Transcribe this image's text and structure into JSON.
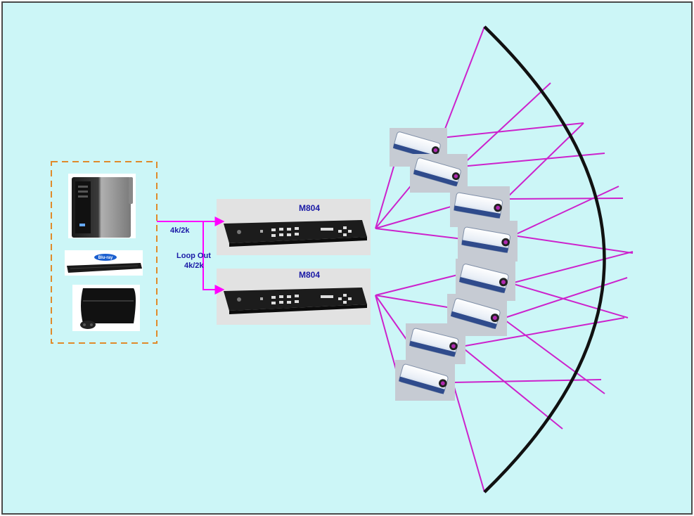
{
  "devices": {
    "processor_1_label": "M804",
    "processor_2_label": "M804"
  },
  "signals": {
    "input_label": "4k/2k",
    "loop_out_line1": "Loop Out",
    "loop_out_line2": "4k/2k"
  },
  "sources": {
    "items": [
      "pc-tower-icon",
      "blu-ray-player-icon",
      "game-console-icon"
    ],
    "blu_ray_logo": "Blu-ray"
  },
  "projectors": {
    "count": 8
  },
  "colors": {
    "background": "#ccf6f7",
    "frame_border": "#4a4a4a",
    "signal_line": "#ff00ff",
    "beam_line": "#cc22cc",
    "label_blue": "#1a1aa6",
    "source_box_border": "#e08a2a",
    "screen_arc": "#111111"
  }
}
